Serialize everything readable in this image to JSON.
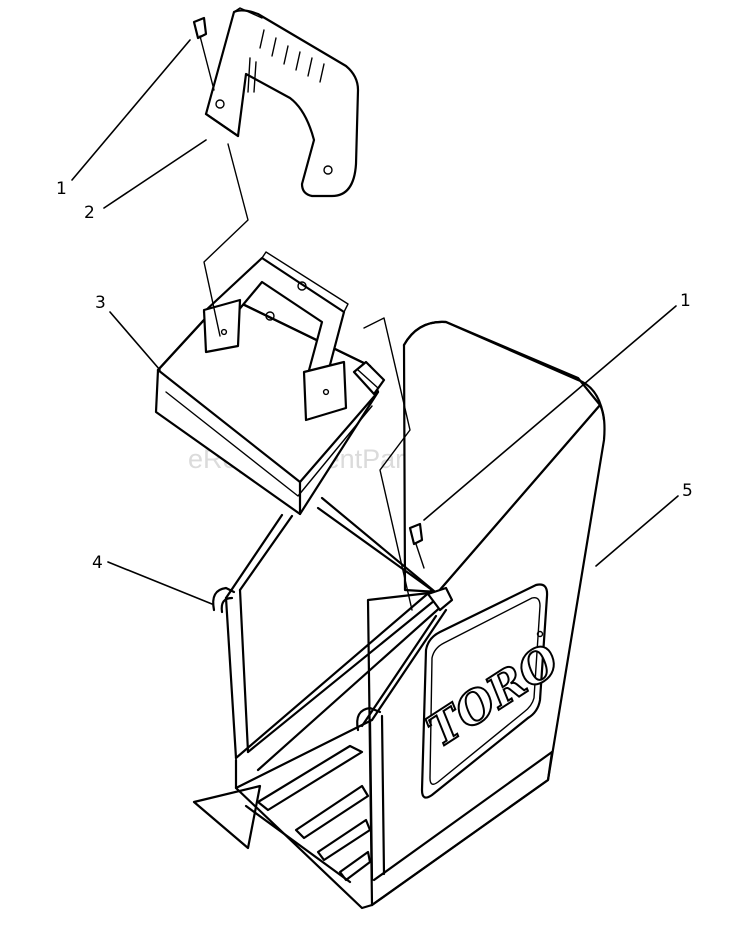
{
  "watermark": "eReplacementParts.com",
  "brand_logo_text": "TORO",
  "callouts": {
    "screw_top": "1",
    "handle_cap": "2",
    "top_frame": "3",
    "frame_bracket": "4",
    "screw_right": "1",
    "grass_bag": "5"
  }
}
